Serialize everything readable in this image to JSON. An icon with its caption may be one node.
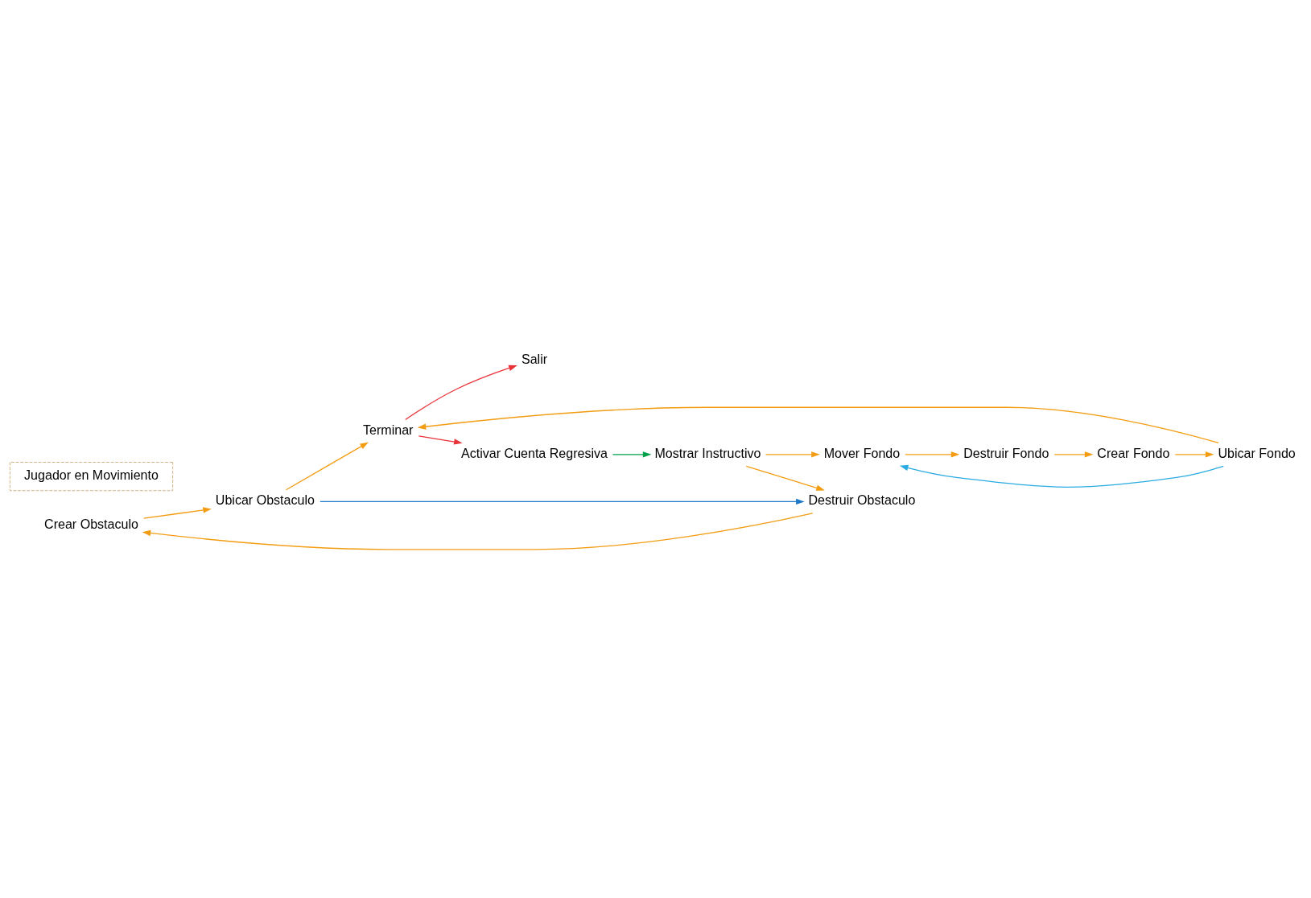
{
  "diagram": {
    "nodes": [
      {
        "text": [
          "Crear Obstaculo"
        ]
      },
      {
        "text": [
          "Destruir Obstaculo"
        ]
      },
      {
        "text": [
          "Ubicar Obstaculo"
        ]
      },
      {
        "text": [
          "Activar Cuenta Regresiva"
        ]
      },
      {
        "text": [
          "Mostrar Instructivo"
        ]
      },
      {
        "text": [
          "Jugador en Movimiento"
        ]
      },
      {
        "text": [
          "Terminar"
        ]
      },
      {
        "text": [
          "Salir"
        ]
      },
      {
        "text": [
          "Mover Fondo"
        ]
      },
      {
        "text": [
          "Ubicar Fondo"
        ]
      },
      {
        "text": [
          "Destruir Fondo"
        ]
      },
      {
        "text": [
          "Crear Fondo"
        ]
      }
    ],
    "edges": [
      {
        "from": 3,
        "to": 4,
        "arrow": "to",
        "color": "#00a14b"
      },
      {
        "from": 4,
        "to": 1,
        "arrow": "to"
      },
      {
        "from": 1,
        "to": 0,
        "arrow": "to"
      },
      {
        "from": 0,
        "to": 2,
        "arrow": "to"
      },
      {
        "from": 2,
        "to": 1,
        "arrow": "to",
        "color": "#1f78c8"
      },
      {
        "from": 2,
        "to": 6,
        "arrow": "to"
      },
      {
        "from": 6,
        "to": 3,
        "arrow": "to",
        "color": "#e8333a"
      },
      {
        "from": 6,
        "to": 7,
        "arrow": "to",
        "color": "#e8333a"
      },
      {
        "from": 4,
        "to": 8,
        "arrow": "to"
      },
      {
        "from": 8,
        "to": 10,
        "arrow": "to"
      },
      {
        "from": 10,
        "to": 11,
        "arrow": "to"
      },
      {
        "from": 11,
        "to": 9,
        "arrow": "to"
      },
      {
        "from": 9,
        "to": 8,
        "arrow": "to",
        "color": "#29abe2"
      },
      {
        "from": 9,
        "to": 6,
        "arrow": "to"
      }
    ]
  }
}
